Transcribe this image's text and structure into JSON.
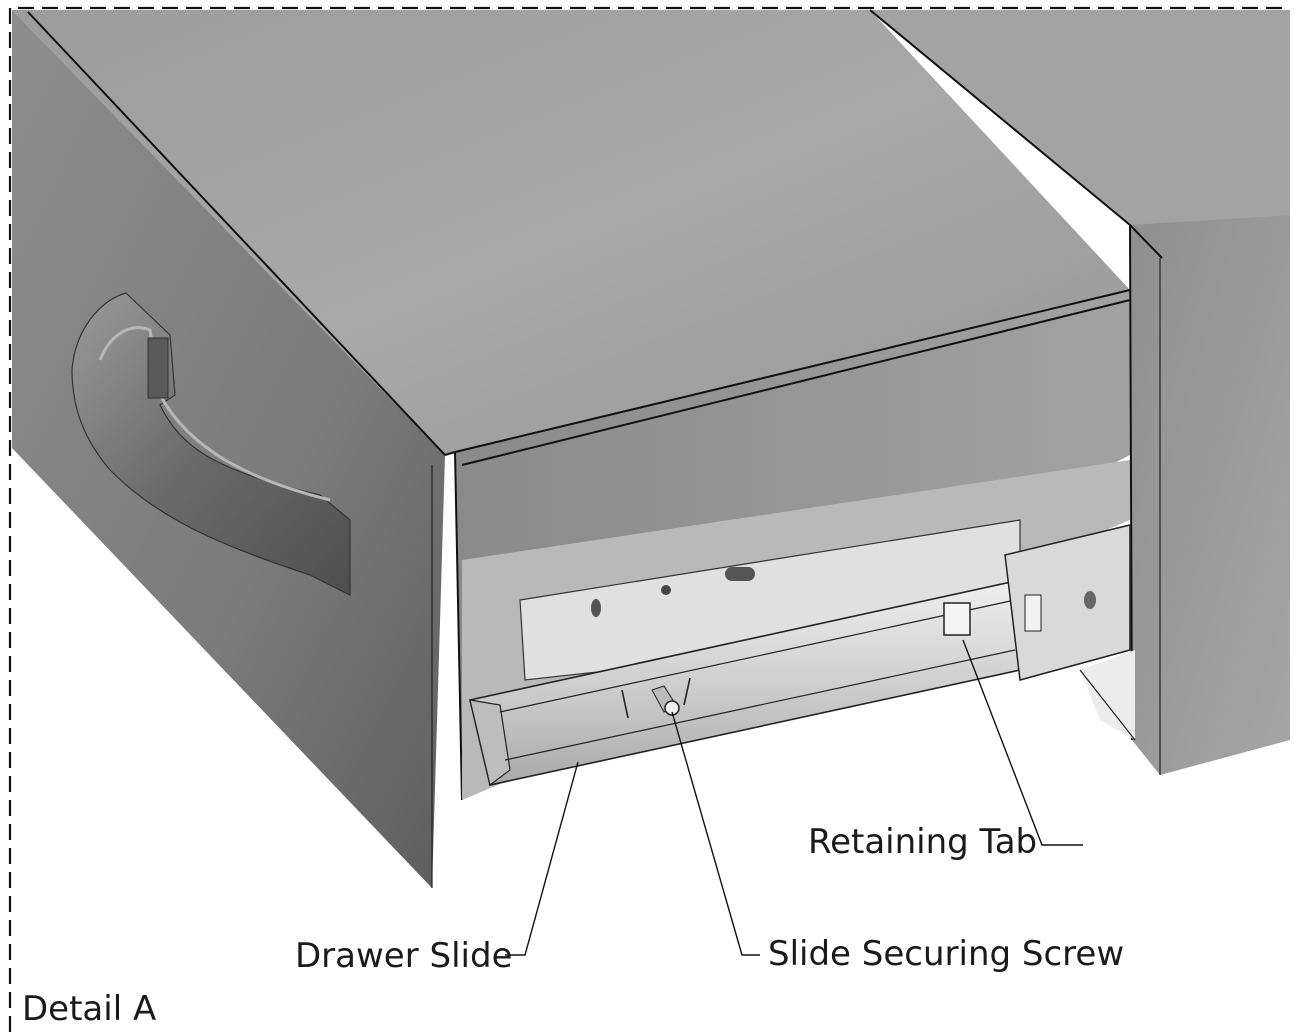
{
  "title": "Detail A",
  "callouts": {
    "retaining_tab": "Retaining Tab",
    "drawer_slide": "Drawer Slide",
    "slide_securing_screw": "Slide Securing Screw"
  },
  "colors": {
    "metal_light": "#a9a9a9",
    "metal_mid": "#8c8c8c",
    "metal_dark": "#6e6e6e",
    "slide_steel": "#cfcfcf",
    "border": "#000000"
  }
}
